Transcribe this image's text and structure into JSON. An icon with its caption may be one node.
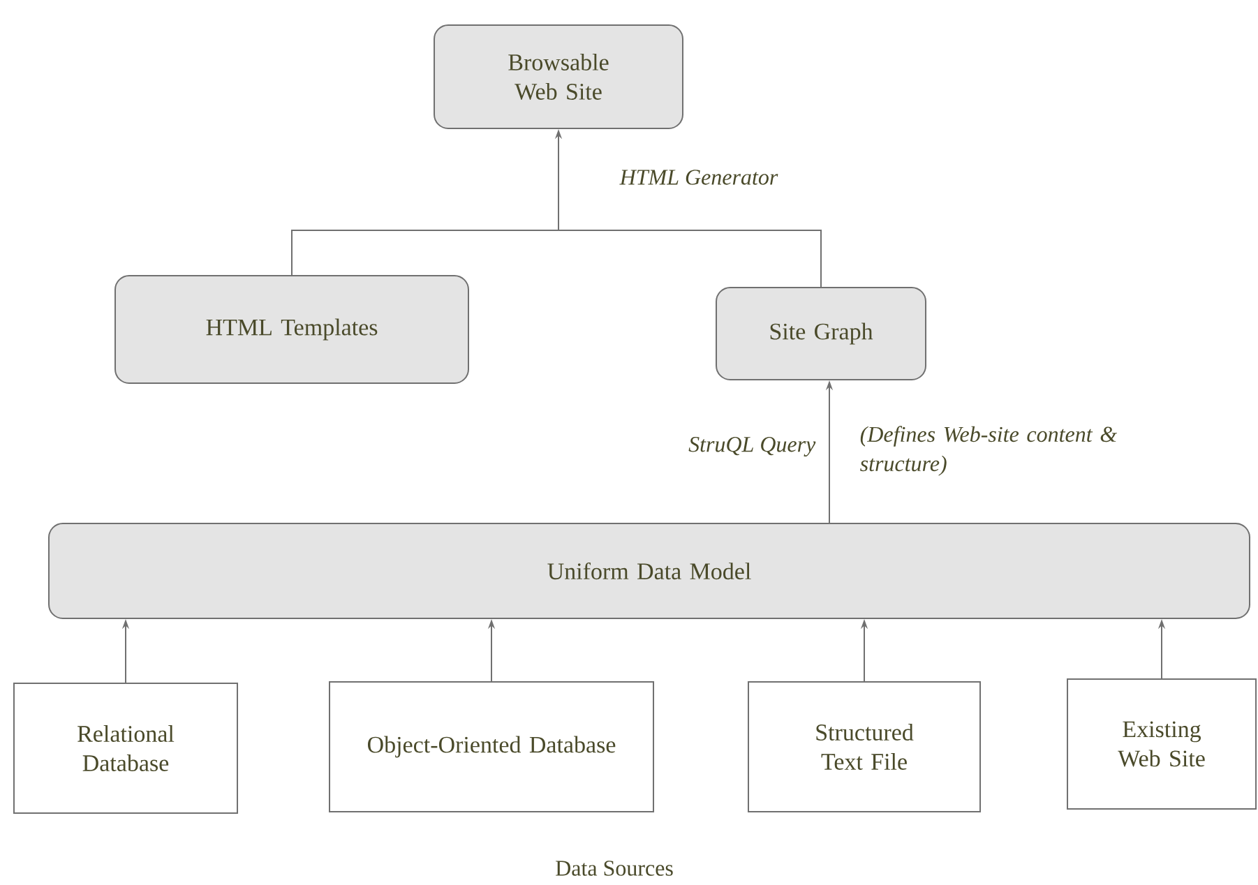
{
  "diagram": {
    "nodes": [
      {
        "text": [
          "Browsable Web Site"
        ]
      },
      {
        "text": [
          "HTML Templates"
        ]
      },
      {
        "text": [
          "Site Graph"
        ]
      },
      {
        "text": [
          "Uniform Data Model"
        ]
      },
      {
        "text": [
          "Relational Database"
        ]
      },
      {
        "text": [
          "Object-Oriented Database"
        ]
      },
      {
        "text": [
          "Structured Text File"
        ]
      },
      {
        "text": [
          "Existing Web Site"
        ]
      }
    ],
    "edges": [
      {
        "from": 1,
        "to": 0,
        "arrow": "to"
      },
      {
        "from": 2,
        "to": 0,
        "arrow": "to"
      },
      {
        "from": 3,
        "to": 2,
        "arrow": "to",
        "label": "StruQL Query"
      },
      {
        "from": 4,
        "to": 3,
        "arrow": "to"
      },
      {
        "from": 5,
        "to": 3,
        "arrow": "to"
      },
      {
        "from": 6,
        "to": 3,
        "arrow": "to"
      },
      {
        "from": 7,
        "to": 3,
        "arrow": "to"
      }
    ],
    "labels": [
      "HTML Generator",
      "(Defines Web-site content & structure)",
      "Data Sources"
    ]
  }
}
